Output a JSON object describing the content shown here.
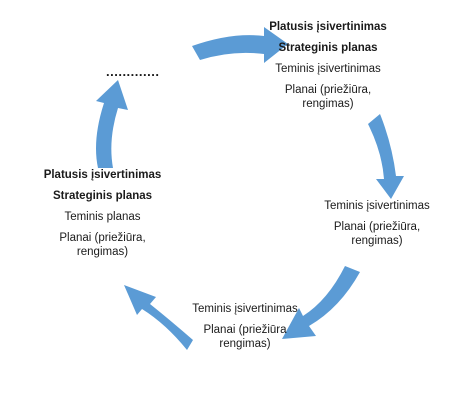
{
  "diagram": {
    "arrow_color": "#5b9bd5",
    "placeholder": ".............",
    "stages": [
      {
        "lines": [
          {
            "text": "Platusis įsivertinimas",
            "bold": true
          },
          {
            "text": "Strateginis planas",
            "bold": true
          },
          {
            "text": "Teminis įsivertinimas",
            "bold": false
          },
          {
            "text": "Planai (priežiūra, rengimas)",
            "bold": false
          }
        ]
      },
      {
        "lines": [
          {
            "text": "Teminis įsivertinimas",
            "bold": false
          },
          {
            "text": "Planai (priežiūra, rengimas)",
            "bold": false
          }
        ]
      },
      {
        "lines": [
          {
            "text": "Teminis įsivertinimas",
            "bold": false
          },
          {
            "text": "Planai (priežiūra rengimas)",
            "bold": false
          }
        ]
      },
      {
        "lines": [
          {
            "text": "Platusis įsivertinimas",
            "bold": true
          },
          {
            "text": "Strateginis planas",
            "bold": true
          },
          {
            "text": "Teminis planas",
            "bold": false
          },
          {
            "text": "Planai (priežiūra, rengimas)",
            "bold": false
          }
        ]
      }
    ]
  }
}
